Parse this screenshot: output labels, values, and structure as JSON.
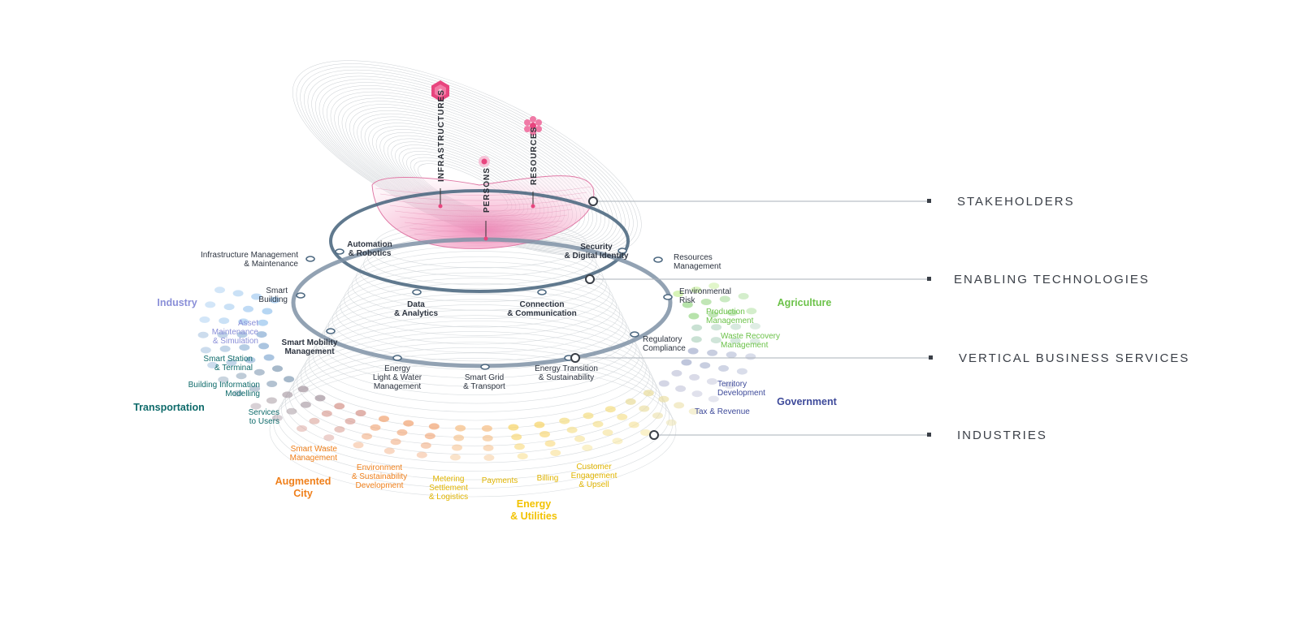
{
  "colors": {
    "industry": "#8a8fd8",
    "transportation": "#0f6b6b",
    "augmented_city": "#ef7f1a",
    "energy": "#f2c200",
    "government": "#3e4a9a",
    "agriculture": "#6cc24a",
    "ring": "#5b7289",
    "pink": "#e8457e"
  },
  "tiers": {
    "stakeholders": "STAKEHOLDERS",
    "enabling": "ENABLING TECHNOLOGIES",
    "vertical": "VERTICAL BUSINESS SERVICES",
    "industries": "INDUSTRIES"
  },
  "stakeholders": {
    "infrastructures": "INFRASTRUCTURES",
    "persons": "PERSONS",
    "resources": "RESOURCES"
  },
  "technologies": {
    "automation": [
      "Automation",
      "& Robotics"
    ],
    "security": [
      "Security",
      "& Digital Identity"
    ],
    "data": [
      "Data",
      "& Analytics"
    ],
    "connection": [
      "Connection",
      "& Communication"
    ]
  },
  "services": {
    "infra_mgmt": [
      "Infrastructure Management",
      "& Maintenance"
    ],
    "smart_building": [
      "Smart",
      "Building"
    ],
    "smart_mobility": [
      "Smart Mobility",
      "Management"
    ],
    "energy_light": [
      "Energy",
      "Light & Water",
      "Management"
    ],
    "smart_grid": [
      "Smart Grid",
      "& Transport"
    ],
    "energy_transition": [
      "Energy Transition",
      "& Sustainability"
    ],
    "regulatory": [
      "Regulatory",
      "Compliance"
    ],
    "env_risk": [
      "Environmental",
      "Risk"
    ],
    "resources_mgmt": [
      "Resources",
      "Management"
    ]
  },
  "industries": {
    "industry": {
      "name": "Industry",
      "items": [
        [
          "Asset",
          "Maintenance",
          "& Simulation"
        ]
      ]
    },
    "transportation": {
      "name": "Transportation",
      "items": [
        [
          "Smart Station",
          "& Terminal"
        ],
        [
          "Building Information",
          "Modelling"
        ],
        [
          "Services",
          "to Users"
        ]
      ]
    },
    "augmented_city": {
      "name": [
        "Augmented",
        "City"
      ],
      "items": [
        [
          "Smart Waste",
          "Management"
        ],
        [
          "Environment",
          "& Sustainability",
          "Development"
        ]
      ]
    },
    "energy": {
      "name": [
        "Energy",
        "& Utilities"
      ],
      "items": [
        [
          "Metering",
          "Settlement",
          "& Logistics"
        ],
        [
          "Payments"
        ],
        [
          "Billing"
        ],
        [
          "Customer",
          "Engagement",
          "& Upsell"
        ]
      ]
    },
    "government": {
      "name": "Government",
      "items": [
        [
          "Territory",
          "Development"
        ],
        [
          "Tax & Revenue"
        ]
      ]
    },
    "agriculture": {
      "name": "Agriculture",
      "items": [
        [
          "Production",
          "Management"
        ],
        [
          "Waste Recovery",
          "Management"
        ]
      ]
    }
  }
}
